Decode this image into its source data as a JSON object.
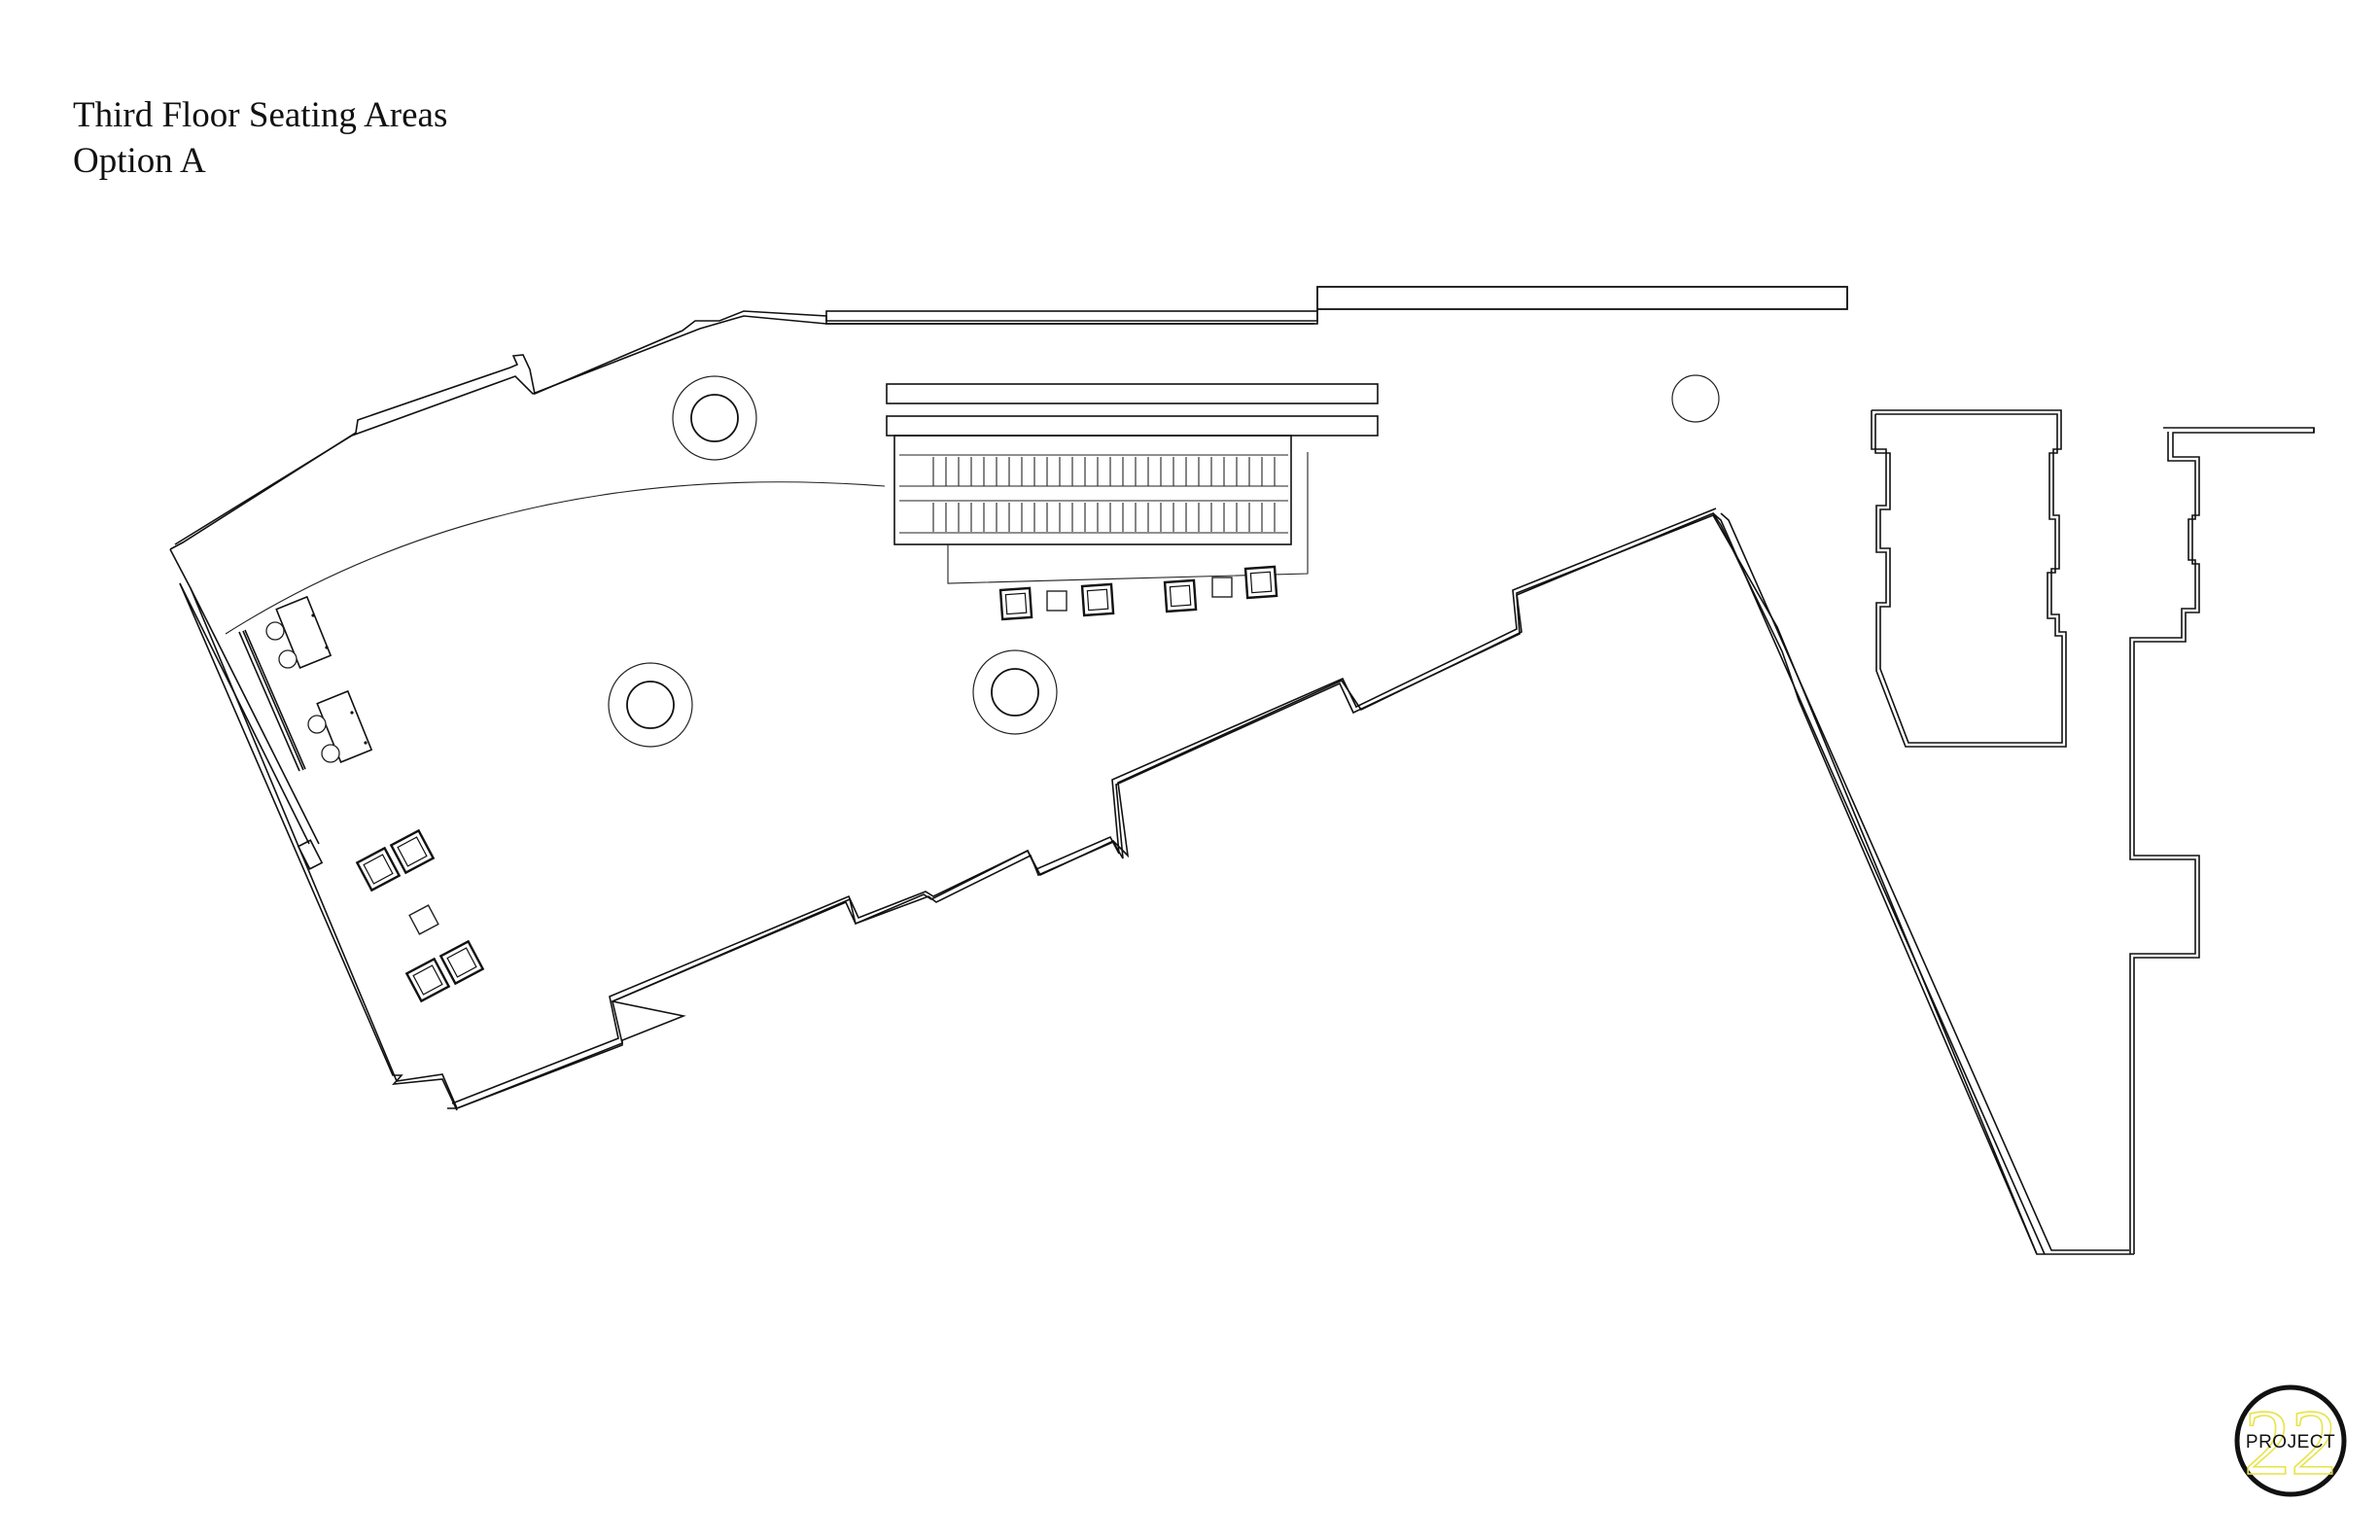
{
  "title": {
    "line1": "Third Floor Seating Areas",
    "line2": "Option A"
  },
  "logo": {
    "word": "PROJECT",
    "number": "22",
    "ring_color": "#111111",
    "number_color": "#e8e34a"
  },
  "colors": {
    "background": "#ffffff",
    "linework": "#111111"
  }
}
